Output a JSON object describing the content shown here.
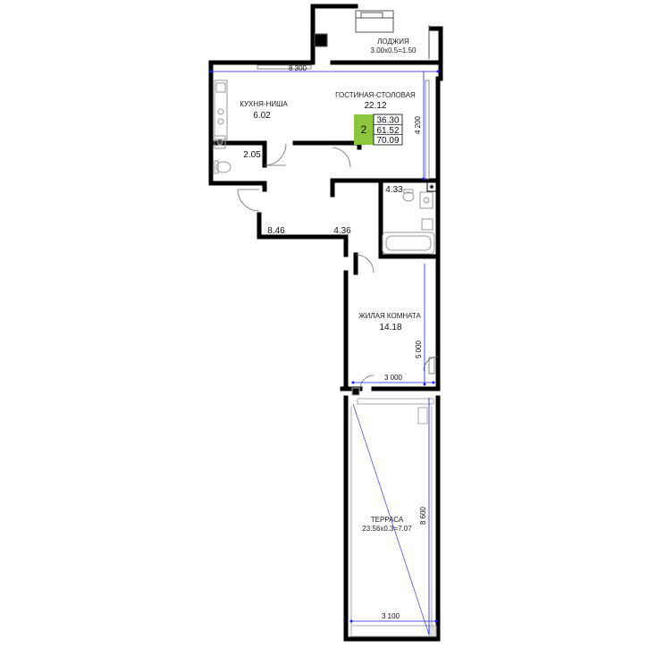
{
  "rooms": {
    "loggia": {
      "name": "ЛОДЖИЯ",
      "calc": "3.00x0.5=1.50"
    },
    "kitchen": {
      "name": "КУХНЯ-НИША",
      "area": "6.02"
    },
    "living_dining": {
      "name": "ГОСТИНАЯ-СТОЛОВАЯ",
      "area": "22.12"
    },
    "wc": {
      "area": "2.05"
    },
    "bathroom": {
      "area": "4.33"
    },
    "hall": {
      "area": "8.46"
    },
    "corridor": {
      "area": "4.36"
    },
    "bedroom": {
      "name": "ЖИЛАЯ КОМНАТА",
      "area": "14.18"
    },
    "terrace": {
      "name": "ТЕРРАСА",
      "calc": "23.56x0.3=7.07"
    }
  },
  "badge": {
    "rooms_count": "2",
    "living_area": "36.30",
    "total_area": "61.52",
    "total_with_outdoor": "70.09",
    "accent_color": "#8cc63f"
  },
  "dimensions": {
    "top_width": "8 300",
    "living_height": "4 200",
    "bedroom_height": "5 000",
    "bedroom_width": "3 000",
    "terrace_height": "8 600",
    "terrace_width": "3 100"
  },
  "colors": {
    "wall": "#000000",
    "dimension_line": "#1a1aff",
    "fixture": "#999999"
  }
}
